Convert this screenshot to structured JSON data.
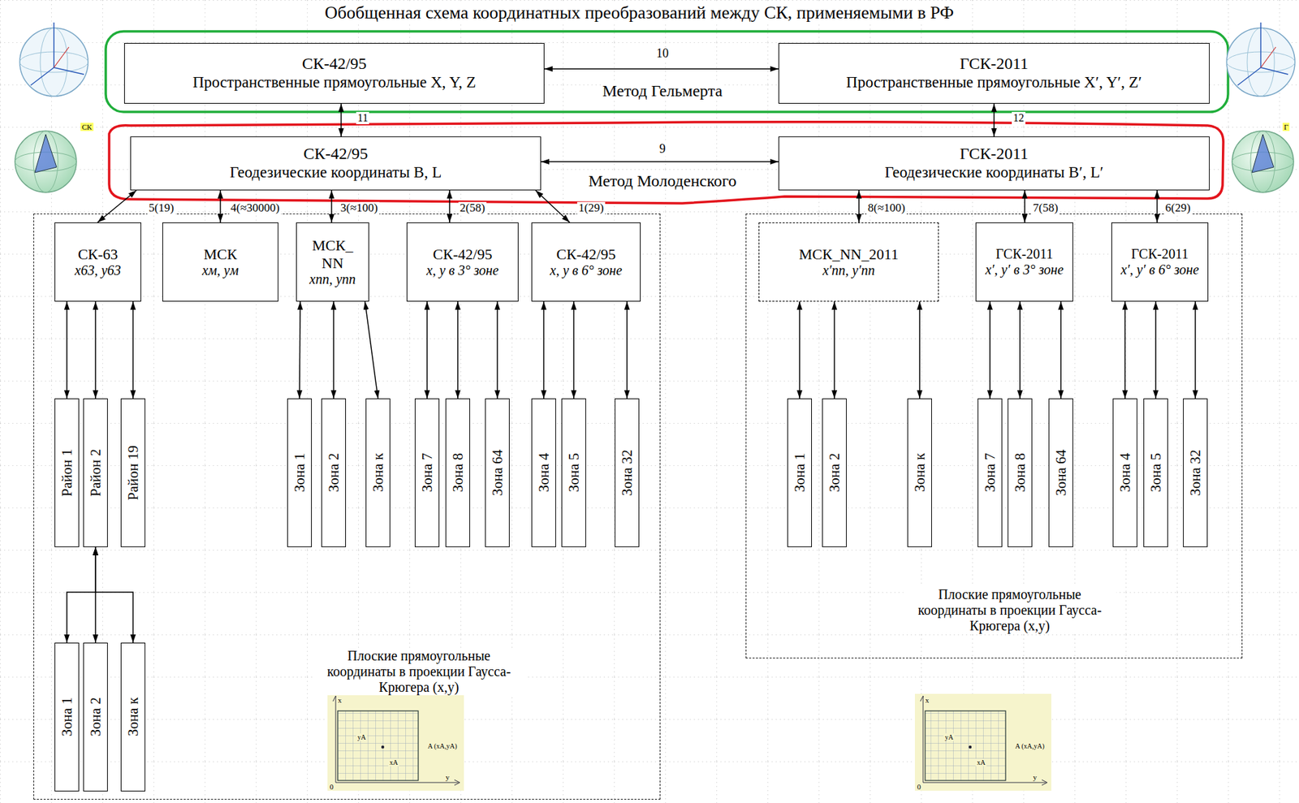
{
  "diagram": {
    "title": "Обобщенная схема координатных преобразований между СК, применяемыми в РФ",
    "nodes": [
      {
        "text": [
          "СК-42/95",
          "Пространственные прямоугольные X, Y, Z"
        ]
      },
      {
        "text": [
          "ГСК-2011",
          "Пространственные прямоугольные X′, Y′, Z′"
        ]
      },
      {
        "text": [
          "СК-42/95",
          "Геодезические координаты B, L"
        ]
      },
      {
        "text": [
          "ГСК-2011",
          "Геодезические координаты B′, L′"
        ]
      },
      {
        "text": [
          "Плоские прямоугольные координаты в проекции Гаусса-Крюгера (x,y)"
        ]
      },
      {
        "text": [
          "Плоские прямоугольные координаты в проекции Гаусса-Крюгера (x,y)"
        ]
      },
      {
        "text": [
          "СК-63",
          "x63, y63"
        ],
        "in": 4
      },
      {
        "text": [
          "МСК",
          "xм, yм"
        ],
        "in": 4
      },
      {
        "text": [
          "МСК_ NN",
          "xnn, ynn"
        ],
        "in": 4
      },
      {
        "text": [
          "СК-42/95",
          "x, y в 3° зоне"
        ],
        "in": 4
      },
      {
        "text": [
          "СК-42/95",
          "x, y в 6° зоне"
        ],
        "in": 4
      },
      {
        "text": [
          "Район 1"
        ],
        "in": 4
      },
      {
        "text": [
          "Район 2"
        ],
        "in": 4
      },
      {
        "text": [
          "Район 19"
        ],
        "in": 4
      },
      {
        "text": [
          "Зона 1"
        ],
        "in": 4
      },
      {
        "text": [
          "Зона 2"
        ],
        "in": 4
      },
      {
        "text": [
          "Зона к"
        ],
        "in": 4
      },
      {
        "text": [
          "Зона 7"
        ],
        "in": 4
      },
      {
        "text": [
          "Зона 8"
        ],
        "in": 4
      },
      {
        "text": [
          "Зона 64"
        ],
        "in": 4
      },
      {
        "text": [
          "Зона 4"
        ],
        "in": 4
      },
      {
        "text": [
          "Зона 5"
        ],
        "in": 4
      },
      {
        "text": [
          "Зона 32"
        ],
        "in": 4
      },
      {
        "text": [
          "Зона 1"
        ],
        "in": 4
      },
      {
        "text": [
          "Зона 2"
        ],
        "in": 4
      },
      {
        "text": [
          "Зона к"
        ],
        "in": 4
      },
      {
        "text": [
          "МСК_NN_2011",
          "x′nn, y′nn"
        ],
        "in": 5
      },
      {
        "text": [
          "ГСК-2011",
          "x′, y′ в 3° зоне"
        ],
        "in": 5
      },
      {
        "text": [
          "ГСК-2011",
          "x′, y′ в 6° зоне"
        ],
        "in": 5
      },
      {
        "text": [
          "Зона 1"
        ],
        "in": 5
      },
      {
        "text": [
          "Зона 2"
        ],
        "in": 5
      },
      {
        "text": [
          "Зона к"
        ],
        "in": 5
      },
      {
        "text": [
          "Зона 7"
        ],
        "in": 5
      },
      {
        "text": [
          "Зона 8"
        ],
        "in": 5
      },
      {
        "text": [
          "Зона 64"
        ],
        "in": 5
      },
      {
        "text": [
          "Зона 4"
        ],
        "in": 5
      },
      {
        "text": [
          "Зона 5"
        ],
        "in": 5
      },
      {
        "text": [
          "Зона 32"
        ],
        "in": 5
      }
    ],
    "edges": [
      {
        "from": 0,
        "to": 1,
        "label": "10",
        "arrow": "both"
      },
      {
        "from": 0,
        "to": 2,
        "label": "11",
        "arrow": "both"
      },
      {
        "from": 1,
        "to": 3,
        "label": "12",
        "arrow": "both"
      },
      {
        "from": 2,
        "to": 3,
        "label": "9",
        "arrow": "both"
      },
      {
        "from": 2,
        "to": 6,
        "label": "5(19)",
        "arrow": "both"
      },
      {
        "from": 2,
        "to": 7,
        "label": "4(≈30000)",
        "arrow": "both"
      },
      {
        "from": 2,
        "to": 8,
        "label": "3(≈100)",
        "arrow": "both"
      },
      {
        "from": 2,
        "to": 9,
        "label": "2(58)",
        "arrow": "both"
      },
      {
        "from": 2,
        "to": 10,
        "label": "1(29)",
        "arrow": "both"
      },
      {
        "from": 3,
        "to": 26,
        "label": "8(≈100)",
        "arrow": "both"
      },
      {
        "from": 3,
        "to": 27,
        "label": "7(58)",
        "arrow": "both"
      },
      {
        "from": 3,
        "to": 28,
        "label": "6(29)",
        "arrow": "both"
      },
      {
        "from": 6,
        "to": 11,
        "arrow": "both"
      },
      {
        "from": 6,
        "to": 12,
        "arrow": "both"
      },
      {
        "from": 6,
        "to": 13,
        "arrow": "both"
      },
      {
        "from": 8,
        "to": 14,
        "arrow": "both"
      },
      {
        "from": 8,
        "to": 15,
        "arrow": "both"
      },
      {
        "from": 8,
        "to": 16,
        "arrow": "both"
      },
      {
        "from": 9,
        "to": 17,
        "arrow": "both"
      },
      {
        "from": 9,
        "to": 18,
        "arrow": "both"
      },
      {
        "from": 9,
        "to": 19,
        "arrow": "both"
      },
      {
        "from": 10,
        "to": 20,
        "arrow": "both"
      },
      {
        "from": 10,
        "to": 21,
        "arrow": "both"
      },
      {
        "from": 10,
        "to": 22,
        "arrow": "both"
      },
      {
        "from": 12,
        "to": 23,
        "arrow": "both"
      },
      {
        "from": 12,
        "to": 24,
        "arrow": "both"
      },
      {
        "from": 12,
        "to": 25,
        "arrow": "both"
      },
      {
        "from": 26,
        "to": 29,
        "arrow": "both"
      },
      {
        "from": 26,
        "to": 30,
        "arrow": "both"
      },
      {
        "from": 26,
        "to": 31,
        "arrow": "both"
      },
      {
        "from": 27,
        "to": 32,
        "arrow": "both"
      },
      {
        "from": 27,
        "to": 33,
        "arrow": "both"
      },
      {
        "from": 27,
        "to": 34,
        "arrow": "both"
      },
      {
        "from": 28,
        "to": 35,
        "arrow": "both"
      },
      {
        "from": 28,
        "to": 36,
        "arrow": "both"
      },
      {
        "from": 28,
        "to": 37,
        "arrow": "both"
      }
    ],
    "labels": [
      "Метод Гельмерта",
      "Метод Молоденского",
      "СК",
      "Г",
      "x",
      "y",
      "0",
      "A (xA,yA)",
      "yA",
      "xA",
      "x",
      "y",
      "0",
      "A (xA,yA)",
      "yA",
      "xA"
    ]
  }
}
